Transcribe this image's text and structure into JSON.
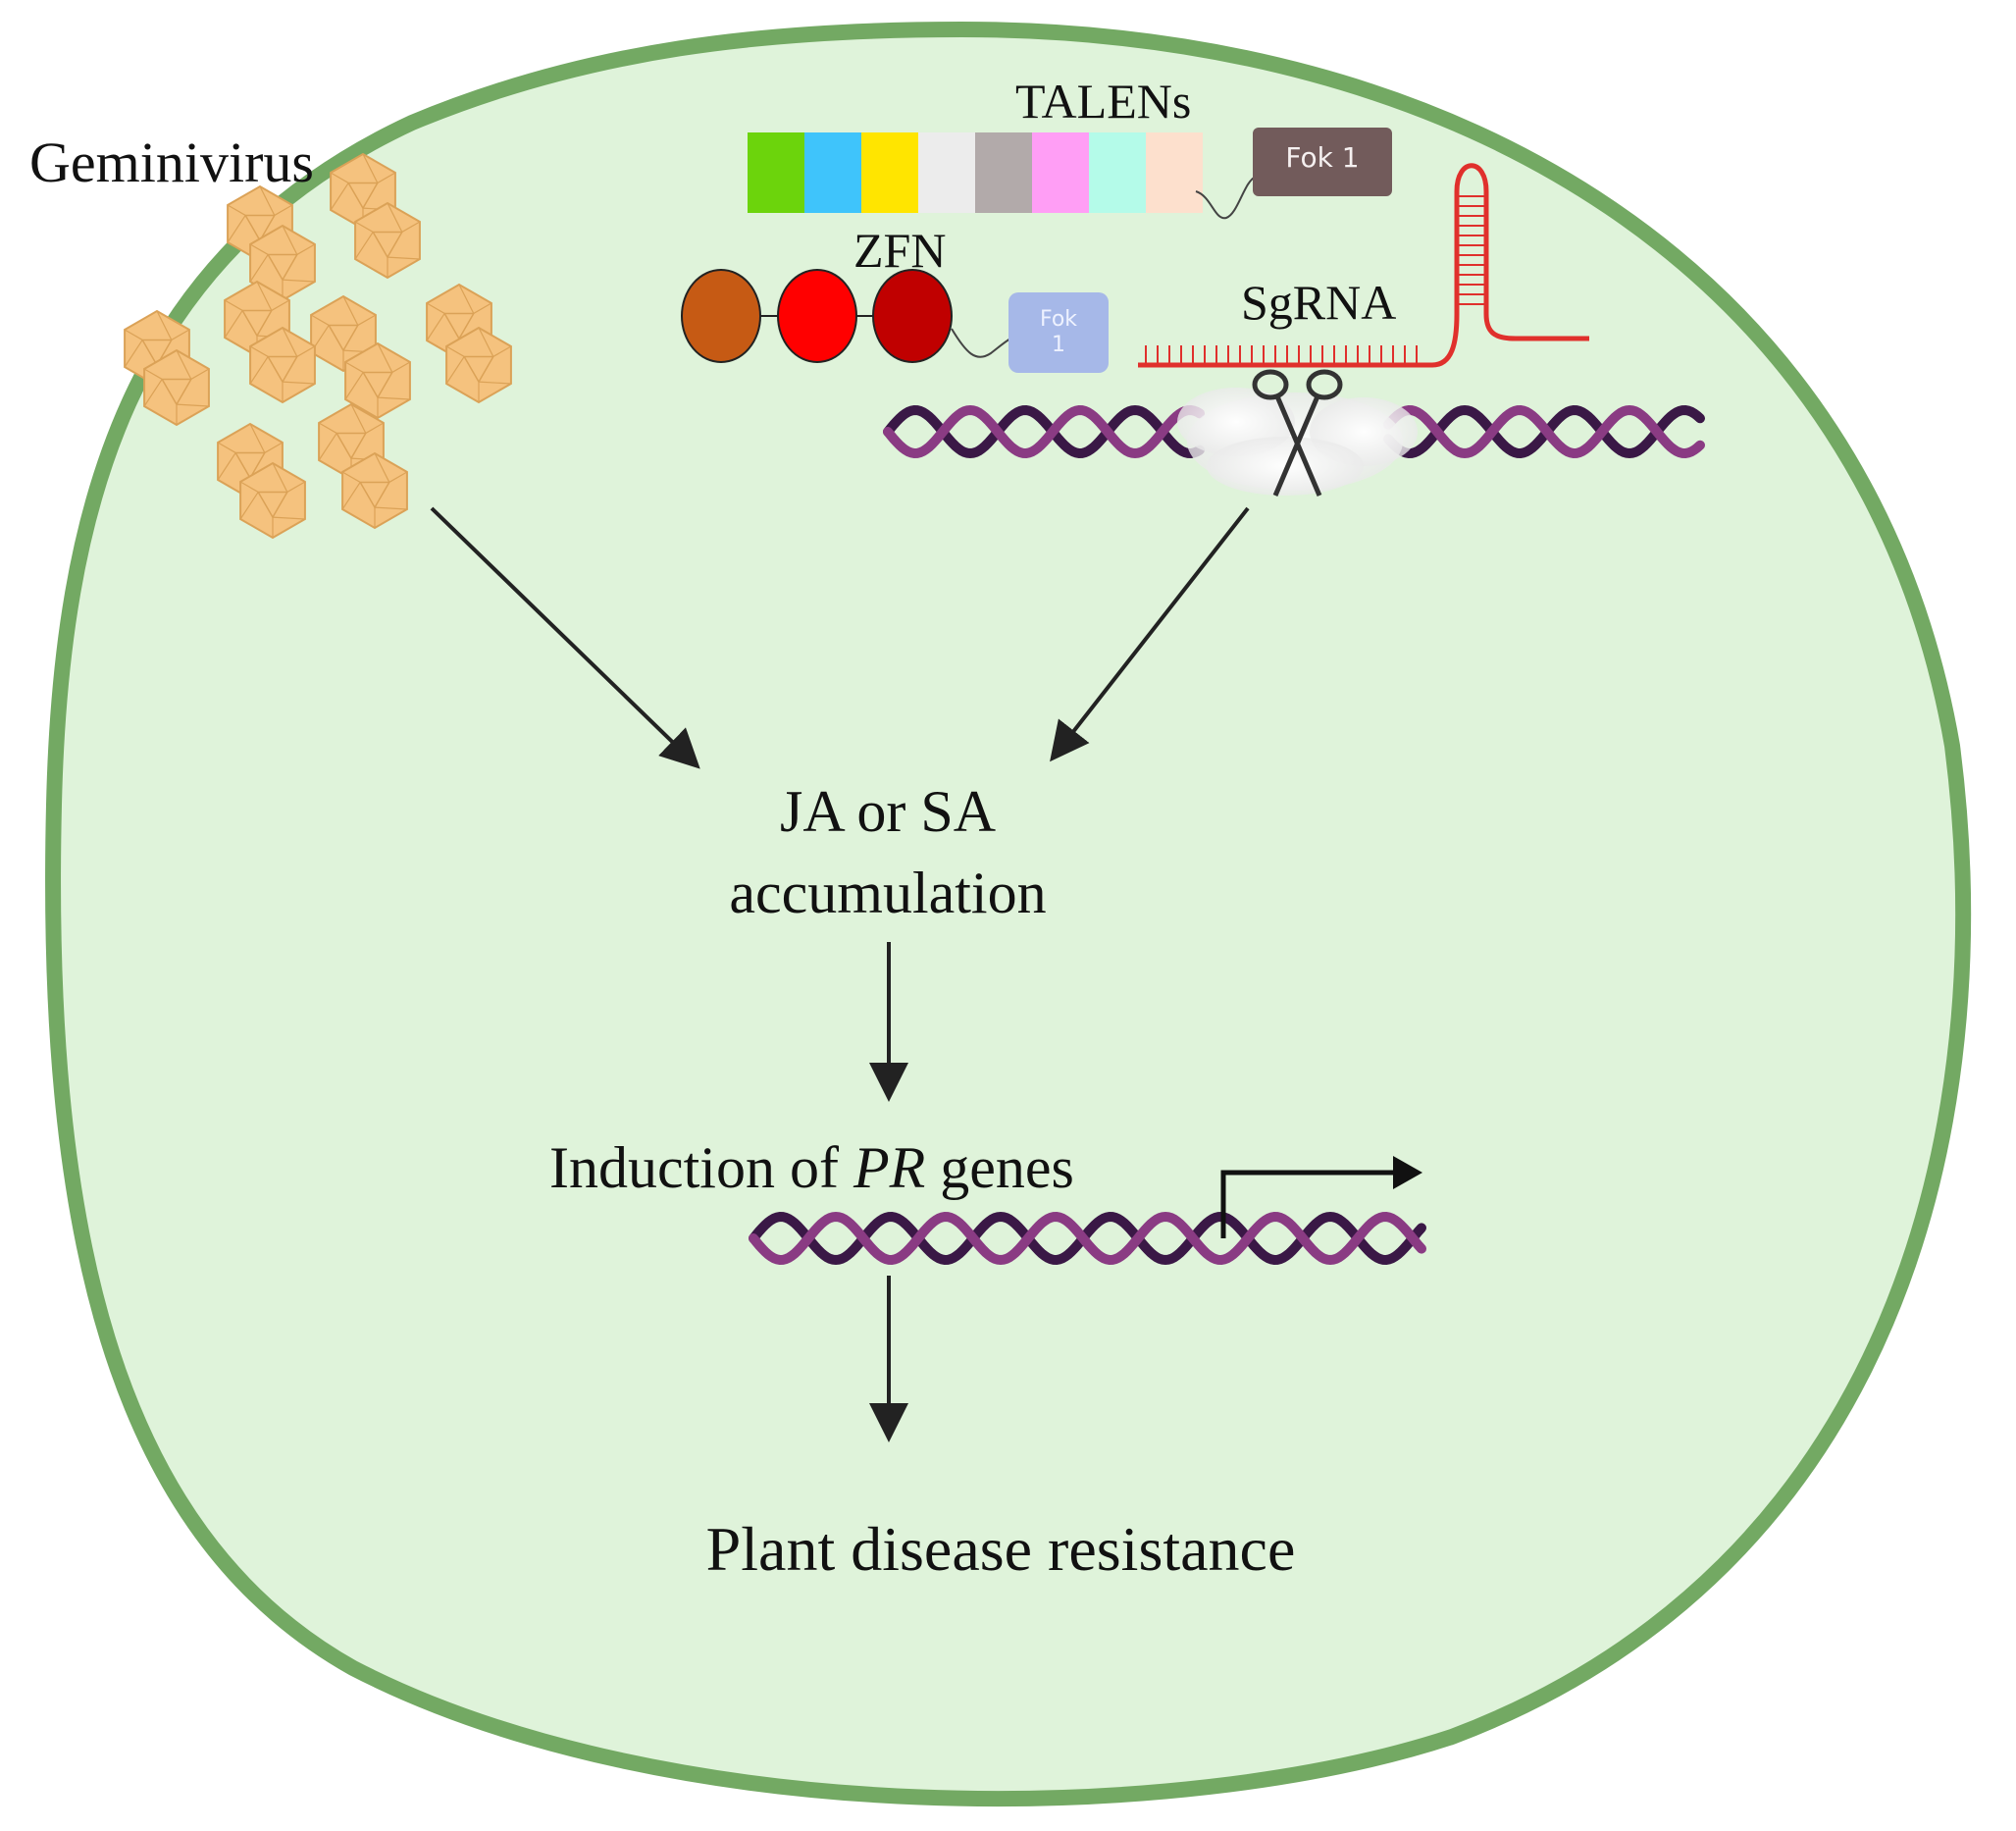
{
  "labels": {
    "geminivirus": "Geminivirus",
    "talens": "TALENs",
    "zfn": "ZFN",
    "sgrna": "SgRNA",
    "fok1_talen": "Fok 1",
    "fok1_zfn_line1": "Fok",
    "fok1_zfn_line2": "1",
    "accumulation_line1": "JA or SA",
    "accumulation_line2": "accumulation",
    "induction_prefix": "Induction of ",
    "induction_gene": "PR",
    "induction_suffix": " genes",
    "resistance": "Plant disease resistance"
  },
  "colors": {
    "cell_fill": "#dff3da",
    "cell_wall": "#73a963",
    "virus": "#f5c27e",
    "virus_edge": "#dba257",
    "dna_strand_a": "#8a3b83",
    "dna_strand_b": "#3a1846",
    "sgrna": "#e0302c",
    "arrow": "#222222",
    "talen_segments": [
      "#6cd40c",
      "#3fc4fb",
      "#ffe500",
      "#ececec",
      "#b2aaaa",
      "#ff9ef5",
      "#b4fbe9",
      "#fde0cd"
    ],
    "talen_fok": "#725b5b",
    "zfn_fingers": [
      "#c65a14",
      "#ff0000",
      "#c00000"
    ],
    "zfn_fok": "#a6b8e8"
  },
  "icons": [
    "geminivirus-particle-icon",
    "scissors-icon",
    "dna-helix-icon",
    "promoter-arrow-icon"
  ]
}
